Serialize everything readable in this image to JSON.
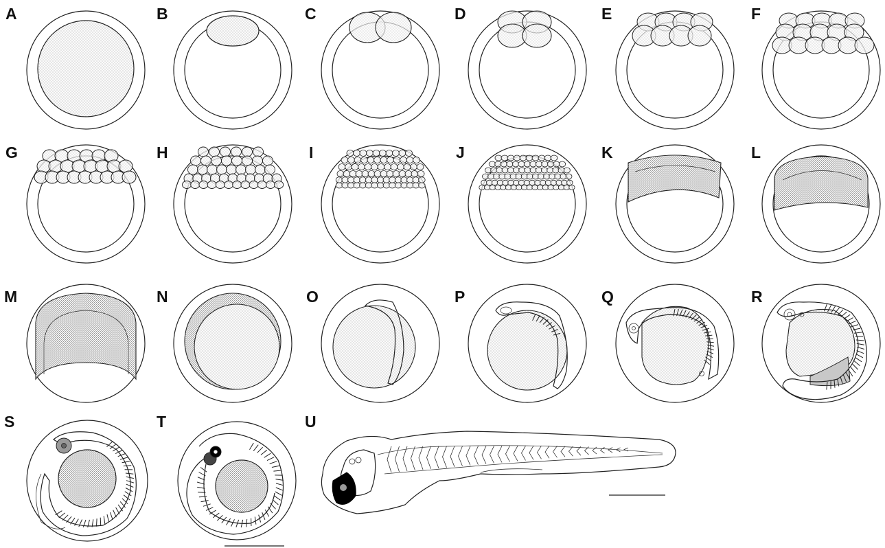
{
  "panels": [
    {
      "id": "A",
      "label": "A",
      "stage": "one-cell"
    },
    {
      "id": "B",
      "label": "B",
      "stage": "one-cell"
    },
    {
      "id": "C",
      "label": "C",
      "stage": "2-cell"
    },
    {
      "id": "D",
      "label": "D",
      "stage": "4-cell"
    },
    {
      "id": "E",
      "label": "E",
      "stage": "8-cell"
    },
    {
      "id": "F",
      "label": "F",
      "stage": "16-cell"
    },
    {
      "id": "G",
      "label": "G",
      "stage": "32-cell"
    },
    {
      "id": "H",
      "label": "H",
      "stage": "64-cell"
    },
    {
      "id": "I",
      "label": "I",
      "stage": "128-cell"
    },
    {
      "id": "J",
      "label": "J",
      "stage": "high blastula"
    },
    {
      "id": "K",
      "label": "K",
      "stage": "sphere"
    },
    {
      "id": "L",
      "label": "L",
      "stage": "dome"
    },
    {
      "id": "M",
      "label": "M",
      "stage": "epiboly"
    },
    {
      "id": "N",
      "label": "N",
      "stage": "late epiboly"
    },
    {
      "id": "O",
      "label": "O",
      "stage": "early somite"
    },
    {
      "id": "P",
      "label": "P",
      "stage": "somite"
    },
    {
      "id": "Q",
      "label": "Q",
      "stage": "tail bud"
    },
    {
      "id": "R",
      "label": "R",
      "stage": "tail elongation"
    },
    {
      "id": "S",
      "label": "S",
      "stage": "pre-hatching"
    },
    {
      "id": "T",
      "label": "T",
      "stage": "pre-hatching"
    },
    {
      "id": "U",
      "label": "U",
      "stage": "hatched larva"
    }
  ],
  "scale_bars": [
    {
      "id": "embryo-scale-bar",
      "text": ""
    },
    {
      "id": "larva-scale-bar",
      "text": ""
    }
  ],
  "colors": {
    "stroke": "#222222",
    "yolk_stipple": "#d9d9d9",
    "dense_stipple": "#9a9a9a",
    "eye": "#000000",
    "grey_fill": "#c8c8c8"
  }
}
